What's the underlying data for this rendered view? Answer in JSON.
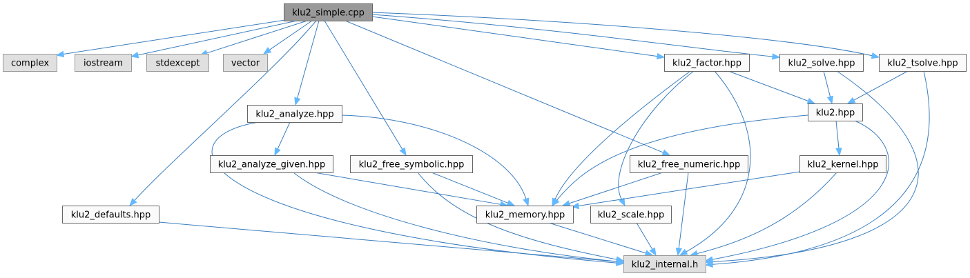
{
  "graph": {
    "title": "klu2_simple.cpp include dependency graph",
    "colors": {
      "root_fill": "#999999",
      "root_stroke": "#666666",
      "system_fill": "#e0e0e0",
      "system_stroke": "#999999",
      "file_fill": "#f9faf9",
      "file_stroke": "#666666",
      "edge": "#3a7dbe",
      "arrow": "#63b8ff"
    },
    "nodes": [
      {
        "id": "klu2_simple_cpp",
        "label": "klu2_simple.cpp",
        "kind": "root"
      },
      {
        "id": "complex",
        "label": "complex",
        "kind": "system"
      },
      {
        "id": "iostream",
        "label": "iostream",
        "kind": "system"
      },
      {
        "id": "stdexcept",
        "label": "stdexcept",
        "kind": "system"
      },
      {
        "id": "vector",
        "label": "vector",
        "kind": "system"
      },
      {
        "id": "klu2_factor_hpp",
        "label": "klu2_factor.hpp",
        "kind": "file"
      },
      {
        "id": "klu2_solve_hpp",
        "label": "klu2_solve.hpp",
        "kind": "file"
      },
      {
        "id": "klu2_tsolve_hpp",
        "label": "klu2_tsolve.hpp",
        "kind": "file"
      },
      {
        "id": "klu2_analyze_hpp",
        "label": "klu2_analyze.hpp",
        "kind": "file"
      },
      {
        "id": "klu2_hpp",
        "label": "klu2.hpp",
        "kind": "file"
      },
      {
        "id": "klu2_analyze_given_hpp",
        "label": "klu2_analyze_given.hpp",
        "kind": "file"
      },
      {
        "id": "klu2_free_symbolic_hpp",
        "label": "klu2_free_symbolic.hpp",
        "kind": "file"
      },
      {
        "id": "klu2_free_numeric_hpp",
        "label": "klu2_free_numeric.hpp",
        "kind": "file"
      },
      {
        "id": "klu2_kernel_hpp",
        "label": "klu2_kernel.hpp",
        "kind": "file"
      },
      {
        "id": "klu2_defaults_hpp",
        "label": "klu2_defaults.hpp",
        "kind": "file"
      },
      {
        "id": "klu2_memory_hpp",
        "label": "klu2_memory.hpp",
        "kind": "file"
      },
      {
        "id": "klu2_scale_hpp",
        "label": "klu2_scale.hpp",
        "kind": "file"
      },
      {
        "id": "klu2_internal_h",
        "label": "klu2_internal.h",
        "kind": "system"
      }
    ],
    "edges": [
      [
        "klu2_simple_cpp",
        "complex"
      ],
      [
        "klu2_simple_cpp",
        "iostream"
      ],
      [
        "klu2_simple_cpp",
        "stdexcept"
      ],
      [
        "klu2_simple_cpp",
        "vector"
      ],
      [
        "klu2_simple_cpp",
        "klu2_defaults_hpp"
      ],
      [
        "klu2_simple_cpp",
        "klu2_analyze_hpp"
      ],
      [
        "klu2_simple_cpp",
        "klu2_free_symbolic_hpp"
      ],
      [
        "klu2_simple_cpp",
        "klu2_free_numeric_hpp"
      ],
      [
        "klu2_simple_cpp",
        "klu2_factor_hpp"
      ],
      [
        "klu2_simple_cpp",
        "klu2_solve_hpp"
      ],
      [
        "klu2_simple_cpp",
        "klu2_tsolve_hpp"
      ],
      [
        "klu2_factor_hpp",
        "klu2_hpp"
      ],
      [
        "klu2_factor_hpp",
        "klu2_memory_hpp"
      ],
      [
        "klu2_factor_hpp",
        "klu2_scale_hpp"
      ],
      [
        "klu2_factor_hpp",
        "klu2_internal_h"
      ],
      [
        "klu2_solve_hpp",
        "klu2_hpp"
      ],
      [
        "klu2_solve_hpp",
        "klu2_internal_h"
      ],
      [
        "klu2_tsolve_hpp",
        "klu2_hpp"
      ],
      [
        "klu2_tsolve_hpp",
        "klu2_internal_h"
      ],
      [
        "klu2_hpp",
        "klu2_kernel_hpp"
      ],
      [
        "klu2_hpp",
        "klu2_memory_hpp"
      ],
      [
        "klu2_hpp",
        "klu2_internal_h"
      ],
      [
        "klu2_analyze_hpp",
        "klu2_analyze_given_hpp"
      ],
      [
        "klu2_analyze_hpp",
        "klu2_memory_hpp"
      ],
      [
        "klu2_analyze_hpp",
        "klu2_internal_h"
      ],
      [
        "klu2_analyze_given_hpp",
        "klu2_memory_hpp"
      ],
      [
        "klu2_analyze_given_hpp",
        "klu2_internal_h"
      ],
      [
        "klu2_free_symbolic_hpp",
        "klu2_memory_hpp"
      ],
      [
        "klu2_free_symbolic_hpp",
        "klu2_internal_h"
      ],
      [
        "klu2_free_numeric_hpp",
        "klu2_memory_hpp"
      ],
      [
        "klu2_free_numeric_hpp",
        "klu2_internal_h"
      ],
      [
        "klu2_kernel_hpp",
        "klu2_memory_hpp"
      ],
      [
        "klu2_kernel_hpp",
        "klu2_internal_h"
      ],
      [
        "klu2_defaults_hpp",
        "klu2_internal_h"
      ],
      [
        "klu2_memory_hpp",
        "klu2_internal_h"
      ],
      [
        "klu2_scale_hpp",
        "klu2_internal_h"
      ]
    ]
  }
}
